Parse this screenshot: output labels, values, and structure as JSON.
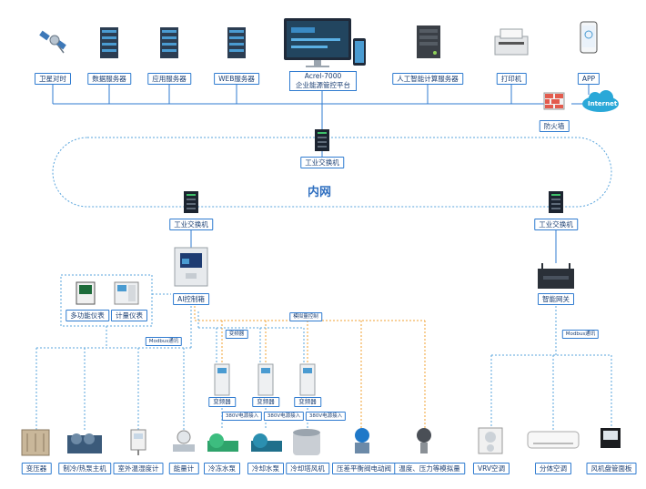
{
  "network_name": "内网",
  "platform": {
    "line1": "Acrel-7000",
    "line2": "企业能源管控平台"
  },
  "top_devices": {
    "satellite": "卫星对时",
    "data_server": "数据服务器",
    "app_server": "应用服务器",
    "web_server": "WEB服务器",
    "ai_server": "人工智能计算服务器",
    "printer": "打印机",
    "app": "APP",
    "firewall": "防火墙",
    "internet": "Internet"
  },
  "switches": {
    "core": "工业交换机",
    "left": "工业交换机",
    "right": "工业交换机"
  },
  "controllers": {
    "ai_box": "AI控制箱",
    "gateway": "智能网关"
  },
  "meters": {
    "multifunction": "多功能仪表",
    "metering": "计量仪表"
  },
  "protocol_tags": {
    "modbus_left": "Modbus通讯",
    "modbus_right": "Modbus通讯",
    "analog_control": "模拟量控制",
    "inverter_top": "变频器",
    "power_1": "380V电源接入",
    "power_2": "380V电源接入",
    "power_3": "380V电源接入"
  },
  "inverters": [
    "变频器",
    "变频器",
    "变频器"
  ],
  "bottom_devices": [
    "变压器",
    "制冷/热泵主机",
    "室外温湿度计",
    "能量计",
    "冷冻水泵",
    "冷却水泵",
    "冷却塔风机",
    "压差平衡阀电动阀",
    "温度、压力等模拟量",
    "VRV空调",
    "分体空调",
    "风机盘管面板"
  ],
  "colors": {
    "accent": "#2f7bd0",
    "dotted_line": "#5aa5dd",
    "control_line": "#f0a030",
    "label_text": "#1b3f73",
    "cloud": "#2aa8d8"
  }
}
